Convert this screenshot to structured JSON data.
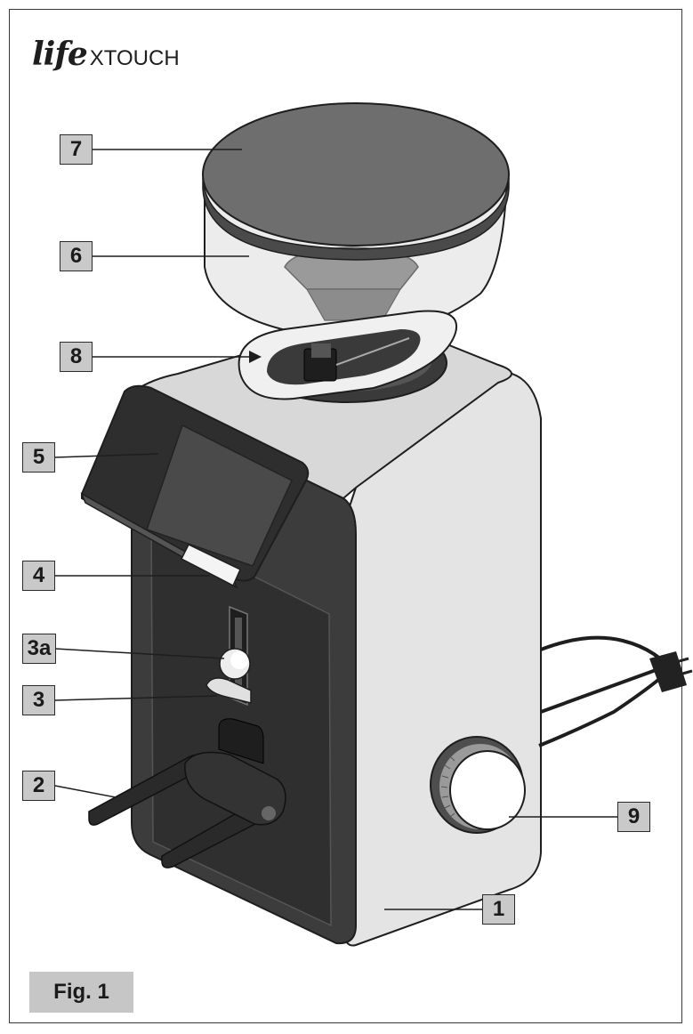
{
  "logo": {
    "script": "life",
    "text": "XTOUCH"
  },
  "figure_label": "Fig. 1",
  "callouts": [
    {
      "id": "7",
      "label": "7"
    },
    {
      "id": "6",
      "label": "6"
    },
    {
      "id": "8",
      "label": "8"
    },
    {
      "id": "5",
      "label": "5"
    },
    {
      "id": "4",
      "label": "4"
    },
    {
      "id": "3a",
      "label": "3a"
    },
    {
      "id": "3",
      "label": "3"
    },
    {
      "id": "2",
      "label": "2"
    },
    {
      "id": "9",
      "label": "9"
    },
    {
      "id": "1",
      "label": "1"
    }
  ],
  "colors": {
    "body_light": "#e4e4e4",
    "body_shade": "#d2d2d2",
    "front_dark": "#3c3c3c",
    "screen": "#4a4a4a",
    "lid": "#6e6e6e",
    "hopper": "#ececec",
    "callout_fill": "#c9c9c9",
    "outline": "#1e1e1e"
  }
}
